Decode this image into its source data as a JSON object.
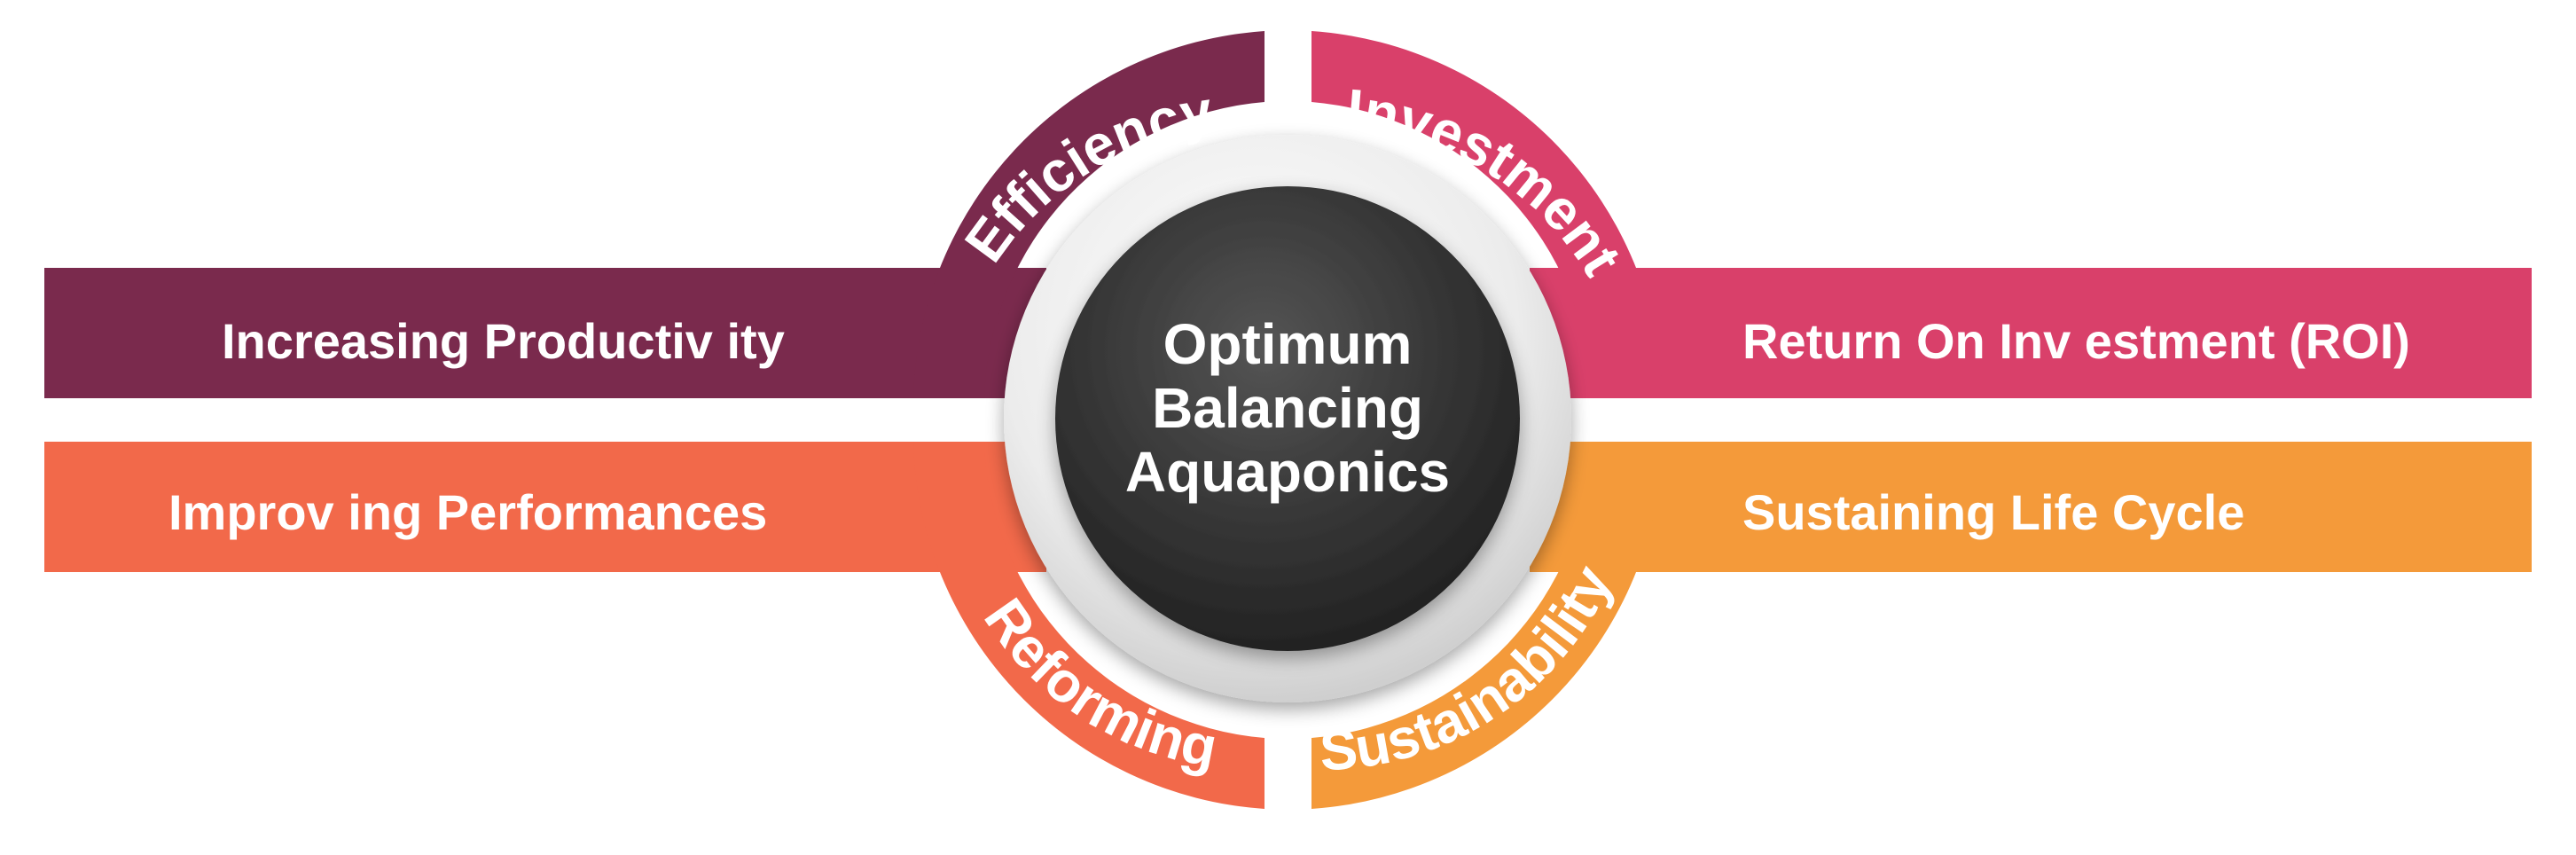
{
  "center": {
    "lines": [
      "Optimum",
      "Balancing",
      "Aquaponics"
    ]
  },
  "quadrants": {
    "efficiency": {
      "arc_label": "Efficiency",
      "bar_label": "Increasing Productiv ity",
      "color": "#7a2a4d"
    },
    "investment": {
      "arc_label": "Investment",
      "bar_label": "Return On Inv estment (ROI)",
      "color": "#d9406a"
    },
    "reforming": {
      "arc_label": "Reforming",
      "bar_label": "Improv ing Performances",
      "color": "#f2694a"
    },
    "sustainability": {
      "arc_label": "Sustainability",
      "bar_label": "Sustaining Life Cycle",
      "color": "#f49a3a"
    }
  },
  "colors": {
    "ring": "#e6e6e6",
    "hub": "#3a3a3a",
    "shadow": "#bdbdbd"
  }
}
